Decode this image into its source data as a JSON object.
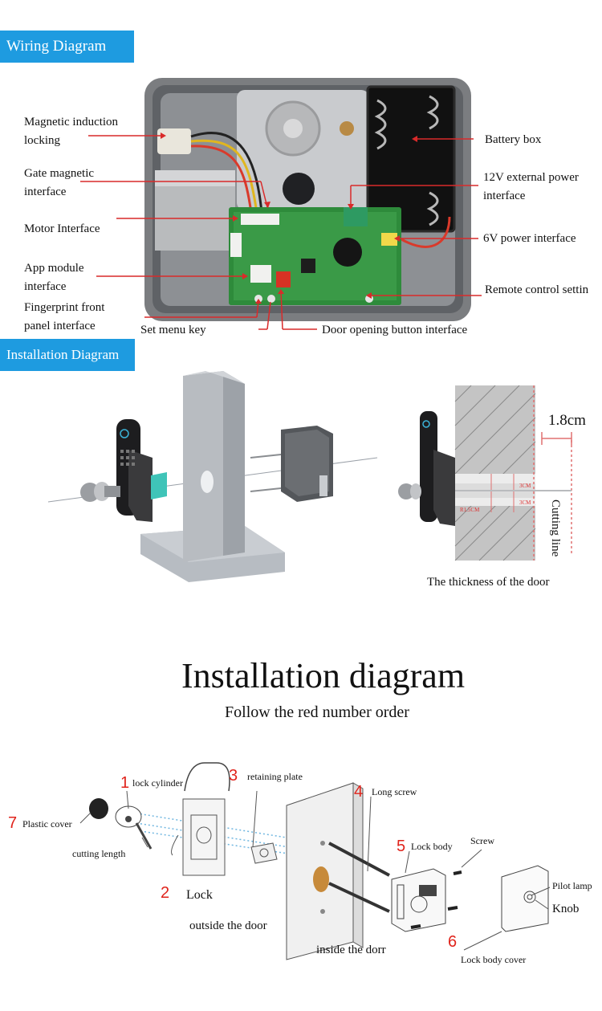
{
  "wiring": {
    "banner": "Wiring Diagram",
    "left_labels": [
      "Magnetic induction locking",
      "Gate magnetic interface",
      "Motor Interface",
      "App module interface",
      "Fingerprint front panel interface"
    ],
    "right_labels": [
      "Battery box",
      "12V external power interface",
      "6V power interface",
      "Remote control settin"
    ],
    "bottom_labels": [
      "Set menu key",
      "Door opening button interface"
    ]
  },
  "installation": {
    "banner": "Installation Diagram",
    "dimension": "1.8cm",
    "small_dims": [
      "3CM",
      "3CM",
      "R1.5CM"
    ],
    "cutting_line": "Cutting line",
    "caption": "The thickness of the door"
  },
  "order": {
    "title": "Installation diagram",
    "subtitle": "Follow the red number order",
    "steps": [
      {
        "num": "1",
        "label": "lock cylinder"
      },
      {
        "num": "2",
        "label": "Lock"
      },
      {
        "num": "3",
        "label": "retaining plate"
      },
      {
        "num": "4",
        "label": "Long screw"
      },
      {
        "num": "5",
        "label": "Lock body"
      },
      {
        "num": "6",
        "label": "Lock body cover"
      },
      {
        "num": "7",
        "label": "Plastic cover"
      }
    ],
    "extra_labels": {
      "cutting_length": "cutting length",
      "outside": "outside the door",
      "inside": "inside the dorr",
      "screw": "Screw",
      "pilot_lamp": "Pilot lamp",
      "knob": "Knob"
    }
  },
  "colors": {
    "banner": "#1e9be0",
    "leader": "#d92a2a",
    "step_number": "#e0231b"
  }
}
